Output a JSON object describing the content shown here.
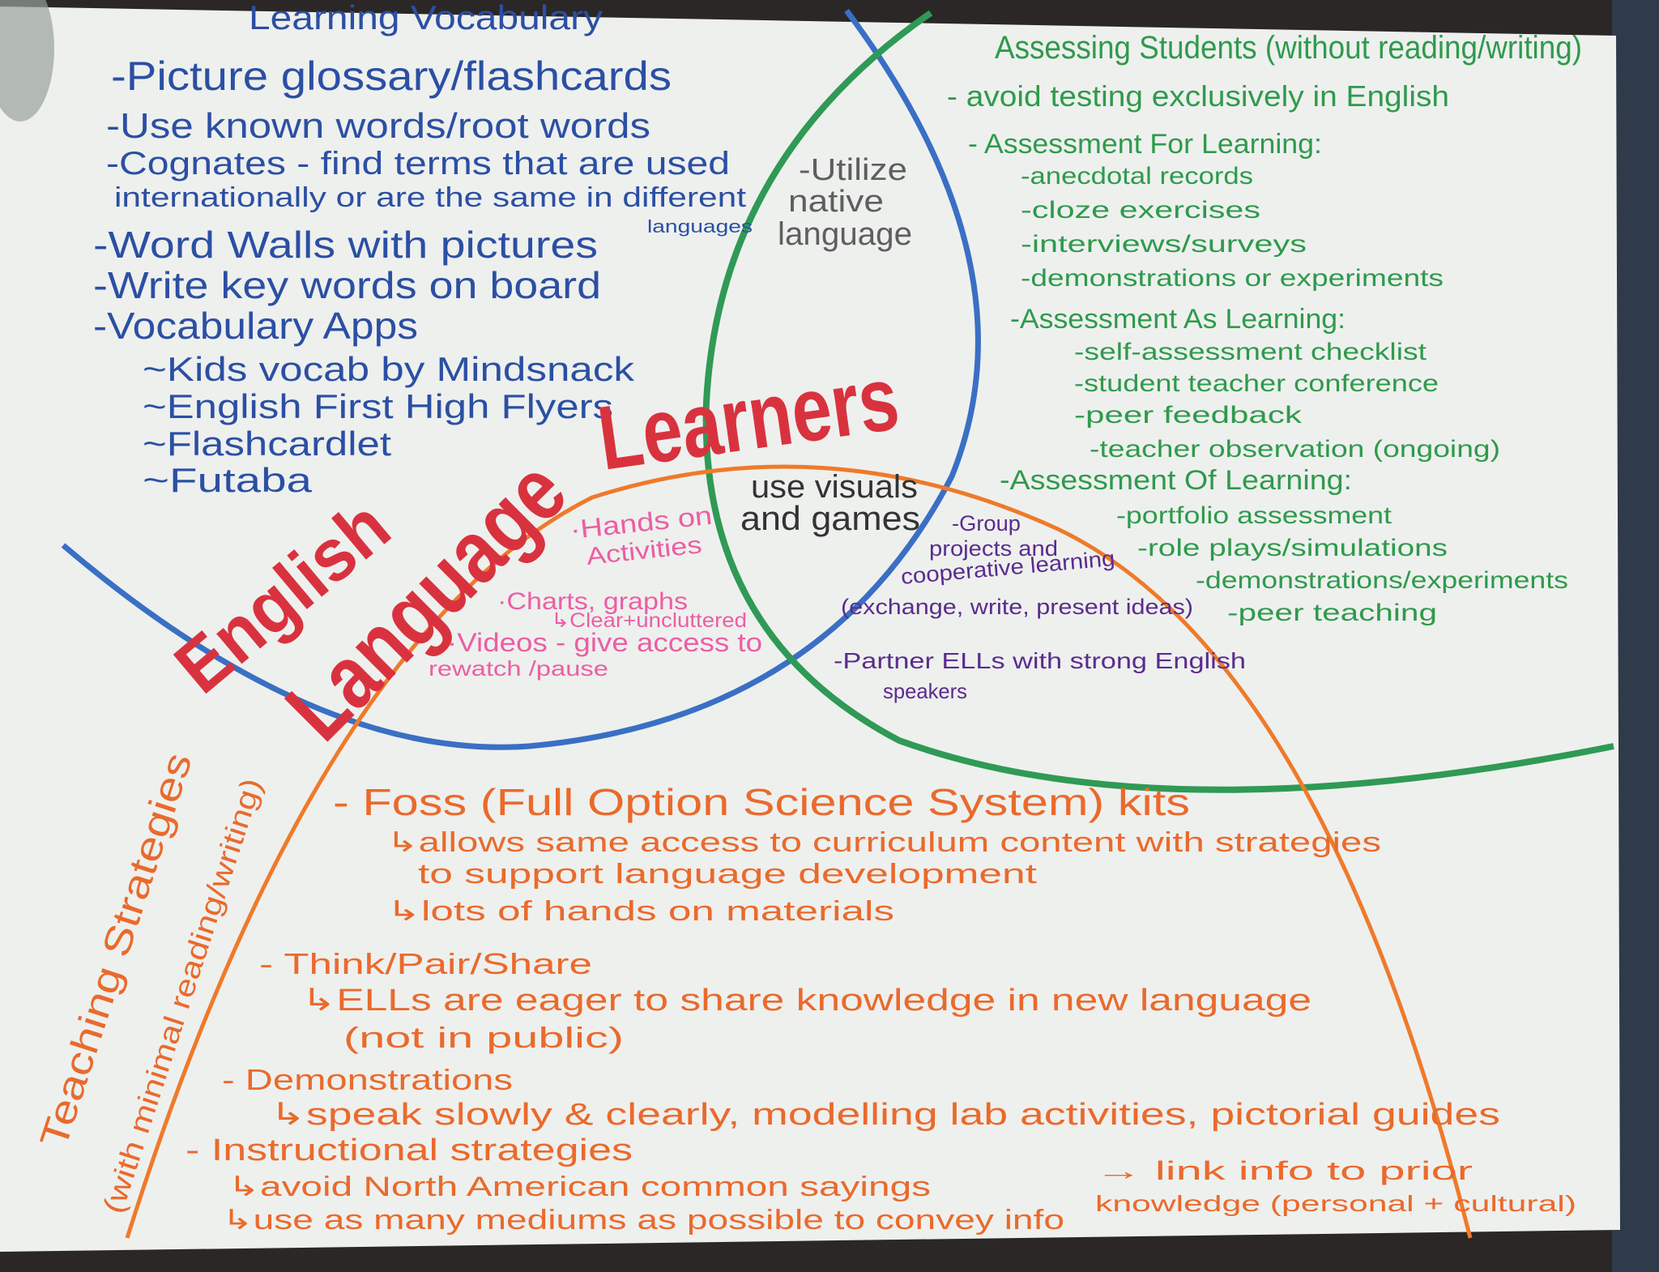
{
  "colors": {
    "blue_circle": "#3a6fc4",
    "green_circle": "#2f9a55",
    "orange_circle": "#ef7a2a",
    "title_red": "#d9323f",
    "paper": "#eef0ee"
  },
  "vocabulary": {
    "title": "Learning Vocabulary",
    "lines": [
      "-Picture glossary/flashcards",
      "-Use known words/root words",
      "-Cognates - find terms that are used",
      "internationally or are the same in different",
      "languages",
      "-Word Walls with pictures",
      "-Write key words on board",
      "-Vocabulary Apps",
      "~Kids vocab by Mindsnack",
      "~English First High Flyers",
      "~Flashcardlet",
      "~Futaba"
    ]
  },
  "overlap_blue_green": [
    "-Utilize",
    "native",
    "language"
  ],
  "overlap_center": [
    "use visuals",
    "and games"
  ],
  "title": {
    "word1": "English",
    "word2": "Language",
    "word3": "Learners"
  },
  "overlap_blue_orange": [
    "·Hands on",
    "Activities",
    "·Charts, graphs",
    "↳Clear+uncluttered",
    "·Videos - give access to",
    "rewatch /pause"
  ],
  "overlap_green_orange": [
    "-Group",
    "projects and",
    "cooperative learning",
    "(exchange, write, present ideas)",
    "-Partner ELLs with strong English",
    "speakers"
  ],
  "assessing": {
    "title": "Assessing Students (without reading/writing)",
    "lines": [
      "- avoid testing exclusively in English",
      "- Assessment For Learning:",
      "-anecdotal records",
      "-cloze exercises",
      "-interviews/surveys",
      "-demonstrations or experiments",
      "-Assessment As Learning:",
      "-self-assessment checklist",
      "-student teacher conference",
      "-peer feedback",
      "-teacher observation (ongoing)",
      "-Assessment Of Learning:",
      "-portfolio assessment",
      "-role plays/simulations",
      "-demonstrations/experiments",
      "-peer teaching"
    ]
  },
  "teaching": {
    "title": "Teaching Strategies",
    "subtitle": "(with minimal reading/writing)",
    "lines": [
      "- Foss (Full Option Science System) kits",
      "↳allows same access to curriculum content with strategies",
      "to support language development",
      "↳lots of hands on materials",
      "- Think/Pair/Share",
      "↳ELLs are eager to share knowledge in new language",
      "(not in public)",
      "- Demonstrations",
      "↳speak slowly & clearly, modelling lab activities, pictorial guides",
      "- Instructional strategies",
      "↳avoid North American common sayings",
      "→ link info to prior",
      "knowledge (personal + cultural)",
      "↳use as many mediums as possible to convey info"
    ]
  }
}
